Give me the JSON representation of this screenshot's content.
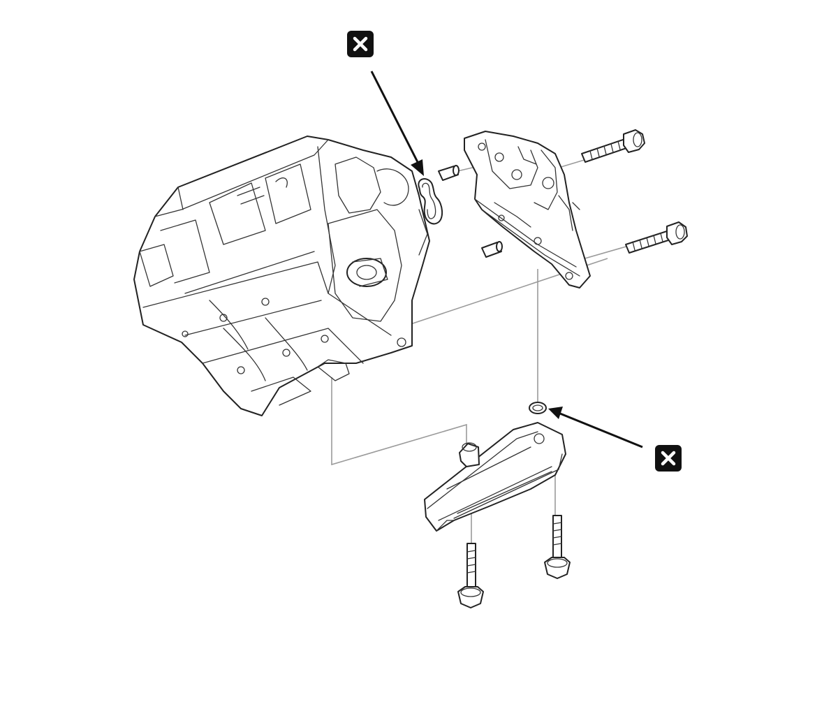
{
  "diagram": {
    "parts": [
      {
        "name": "engine-block"
      },
      {
        "name": "oil-pump-housing"
      },
      {
        "name": "oil-strainer"
      },
      {
        "name": "flange-bolt"
      },
      {
        "name": "dowel-pin"
      },
      {
        "name": "o-ring"
      }
    ],
    "callouts": [
      {
        "icon": "replace-part-icon",
        "target": "o-ring-upper"
      },
      {
        "icon": "replace-part-icon",
        "target": "o-ring-lower"
      }
    ],
    "colors": {
      "ink": "#222222",
      "guide": "#9a9a9a",
      "badge": "#111111",
      "background": "#ffffff"
    }
  }
}
